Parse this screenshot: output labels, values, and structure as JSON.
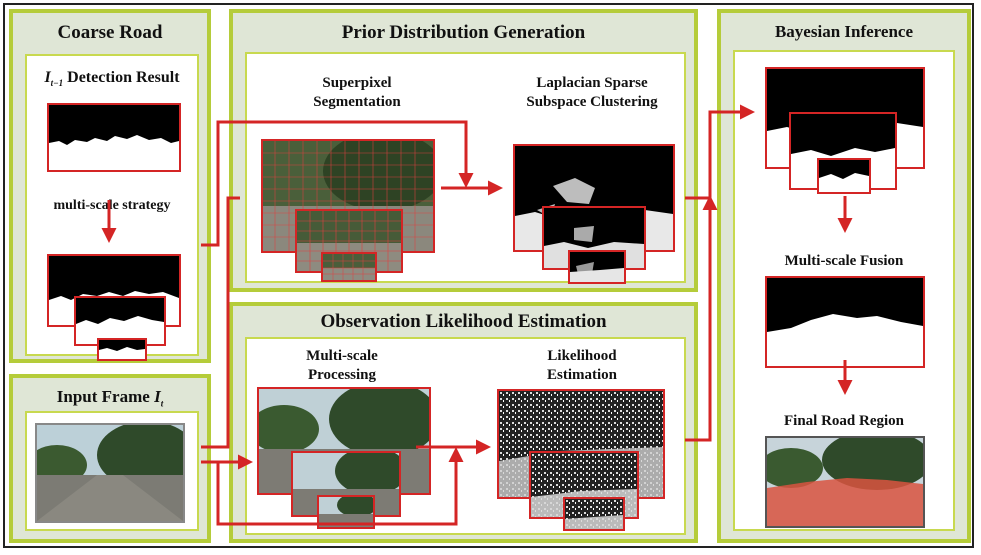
{
  "coarse_road": {
    "title": "Coarse Road",
    "detection_var": "I",
    "detection_sub": "t−1",
    "detection_text": "Detection Result",
    "strategy_label": "multi-scale strategy"
  },
  "input_frame": {
    "title_text": "Input Frame",
    "title_var": "I",
    "title_sub": "t"
  },
  "prior": {
    "title": "Prior Distribution Generation",
    "superpixel_line1": "Superpixel",
    "superpixel_line2": "Segmentation",
    "laplacian_line1": "Laplacian Sparse",
    "laplacian_line2": "Subspace Clustering"
  },
  "observation": {
    "title": "Observation Likelihood Estimation",
    "multiscale_line1": "Multi-scale",
    "multiscale_line2": "Processing",
    "likelihood_line1": "Likelihood",
    "likelihood_line2": "Estimation"
  },
  "bayesian": {
    "title": "Bayesian Inference",
    "fusion_label": "Multi-scale Fusion",
    "final_label": "Final Road Region"
  },
  "colors": {
    "panel_border": "#b5cc3a",
    "panel_fill": "#dfe6d6",
    "arrow": "#d42525",
    "road_overlay": "#d9543f"
  }
}
